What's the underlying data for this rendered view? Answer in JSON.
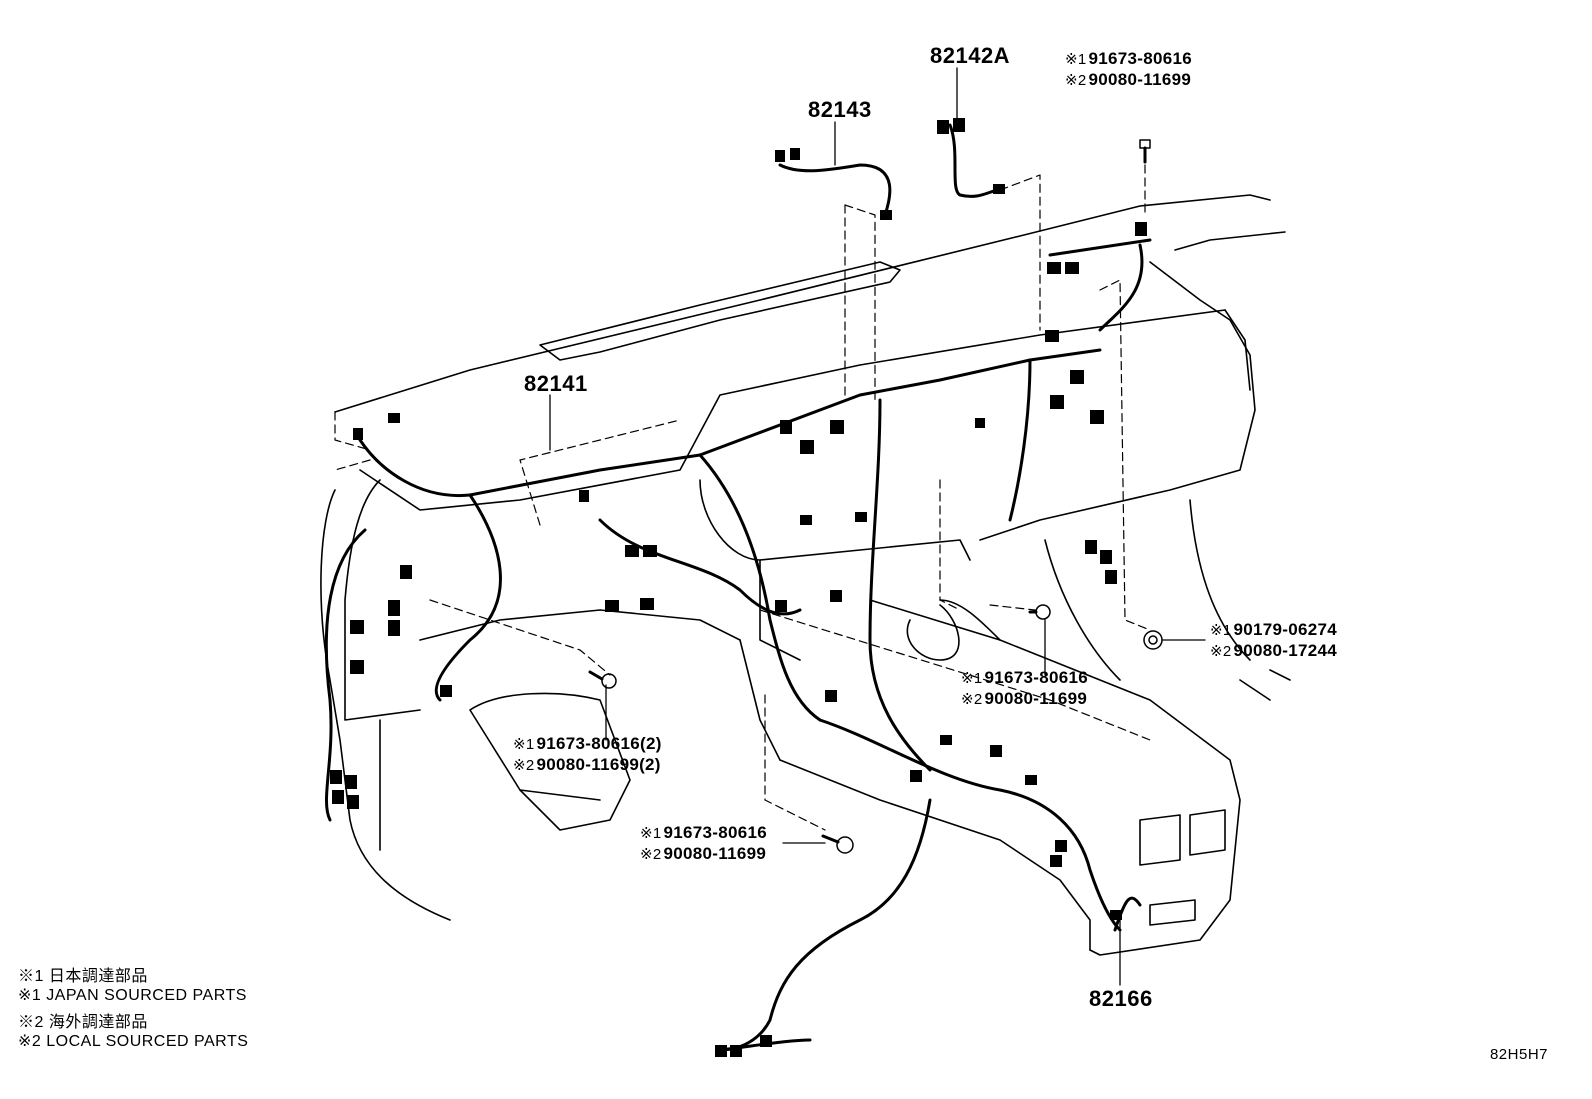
{
  "parts": {
    "p82142A": "82142A",
    "p82143": "82143",
    "p82141": "82141",
    "p82166": "82166"
  },
  "fasteners": {
    "top_right": {
      "line1": {
        "mark": "※1",
        "num": "91673-80616"
      },
      "line2": {
        "mark": "※2",
        "num": "90080-11699"
      }
    },
    "right_clip": {
      "line1": {
        "mark": "※1",
        "num": "90179-06274"
      },
      "line2": {
        "mark": "※2",
        "num": "90080-17244"
      }
    },
    "center_right": {
      "line1": {
        "mark": "※1",
        "num": "91673-80616"
      },
      "line2": {
        "mark": "※2",
        "num": "90080-11699"
      }
    },
    "left_bolt": {
      "line1": {
        "mark": "※1",
        "num": "91673-80616(2)"
      },
      "line2": {
        "mark": "※2",
        "num": "90080-11699(2)"
      }
    },
    "bottom_bolt": {
      "line1": {
        "mark": "※1",
        "num": "91673-80616"
      },
      "line2": {
        "mark": "※2",
        "num": "90080-11699"
      }
    }
  },
  "legend": [
    "※1 日本調達部品",
    "※1 JAPAN SOURCED PARTS",
    "※2 海外調達部品",
    "※2 LOCAL SOURCED PARTS"
  ],
  "diagram_code": "82H5H7"
}
